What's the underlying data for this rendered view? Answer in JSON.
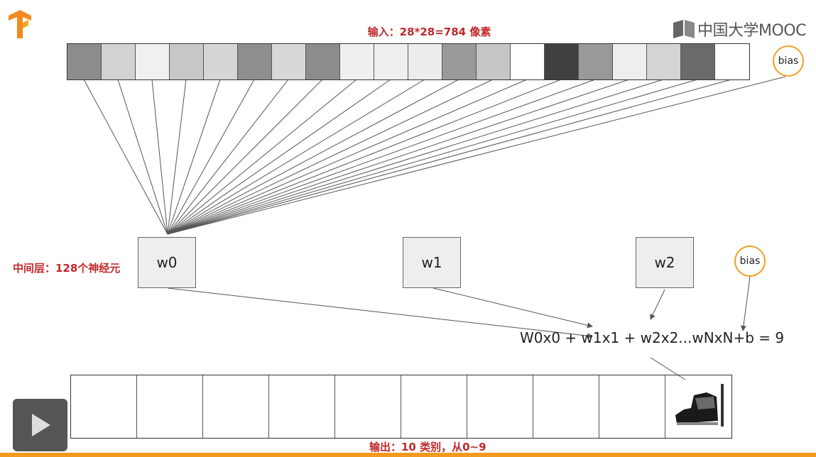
{
  "brand": {
    "mooc_text": "中国大学MOOC"
  },
  "input_layer": {
    "label": "输入：28*28=784 像素",
    "cells": [
      {
        "shade": "#8c8c8c"
      },
      {
        "shade": "#d2d2d2"
      },
      {
        "shade": "#f0f0f0"
      },
      {
        "shade": "#c8c8c8"
      },
      {
        "shade": "#d6d6d6"
      },
      {
        "shade": "#8e8e8e"
      },
      {
        "shade": "#d8d8d8"
      },
      {
        "shade": "#8c8c8c"
      },
      {
        "shade": "#efefef"
      },
      {
        "shade": "#efefef"
      },
      {
        "shade": "#ececec"
      },
      {
        "shade": "#9a9a9a"
      },
      {
        "shade": "#c6c6c6"
      },
      {
        "shade": "#ffffff"
      },
      {
        "shade": "#404040"
      },
      {
        "shade": "#999999"
      },
      {
        "shade": "#eeeeee"
      },
      {
        "shade": "#d4d4d4"
      },
      {
        "shade": "#6a6a6a"
      },
      {
        "shade": "#ffffff"
      }
    ],
    "bias_label": "bias"
  },
  "hidden_layer": {
    "label": "中间层：128个神经元",
    "neurons": [
      {
        "label": "w0"
      },
      {
        "label": "w1"
      },
      {
        "label": "w2"
      }
    ],
    "bias_label": "bias"
  },
  "formula": "W0x0 + w1x1 + w2x2...wNxN+b = 9",
  "output_layer": {
    "label": "输出：10 类别，从0~9",
    "cell_count": 10,
    "image_icon": "ankle-boot-thumbnail"
  },
  "colors": {
    "label_red": "#c0292b",
    "bias_orange": "#f0a020",
    "progress_orange": "#f29a1f"
  },
  "player": {
    "icon": "play-icon"
  }
}
